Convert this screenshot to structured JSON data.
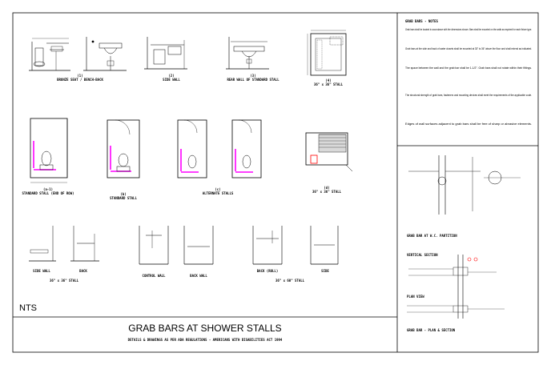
{
  "sheet": {
    "nts": "NTS",
    "title": "GRAB BARS AT SHOWER STALLS",
    "subtitle": "DETAILS & DRAWINGS AS PER ADA REGULATIONS - AMERICANS WITH DISABILITIES ACT 1994"
  },
  "views": {
    "row1": [
      {
        "num": "(1)",
        "caption": "BRONZE SEAT / BENCH-BACK"
      },
      {
        "num": "(2)",
        "caption": "SIDE WALL"
      },
      {
        "num": "(3)",
        "caption": "REAR WALL OF STANDARD STALL"
      },
      {
        "num": "(4)",
        "caption": "36\" x 36\" STALL"
      }
    ],
    "row2": [
      {
        "num": "(a-1)",
        "caption": "STANDARD STALL (END OF ROW)"
      },
      {
        "num": "(b)",
        "caption": "STANDARD STALL"
      },
      {
        "num": "(c)",
        "caption": "ALTERNATE STALLS"
      },
      {
        "num": "(d)",
        "caption": "36\" x 36\" STALL"
      }
    ],
    "row3": [
      {
        "caption": "SIDE WALL"
      },
      {
        "caption": "BACK"
      },
      {
        "caption": "36\" x 36\" STALL"
      },
      {
        "caption": "CONTROL WALL"
      },
      {
        "caption": "BACK WALL"
      },
      {
        "caption": "BACK (ROLL)"
      },
      {
        "caption": "36\" x 60\" STALL"
      },
      {
        "caption": "SIDE"
      }
    ]
  },
  "notes": {
    "heading": "GRAB BARS - NOTES",
    "paragraphs": [
      "Grab bars shall be located in accordance with the dimensions shown. Bars shall be mounted on the walls as required for each fixture type.",
      "Grab bars at the side and back of water closets shall be mounted at 33\" to 36\" above the floor and shall extend as indicated.",
      "The space between the wall and the grab bar shall be 1-1/2\". Grab bars shall not rotate within their fittings.",
      "The structural strength of grab bars, fasteners and mounting devices shall meet the requirements of the applicable code.",
      "Edges of wall surfaces adjacent to grab bars shall be free of sharp or abrasive elements."
    ]
  },
  "right_panel": {
    "partition_caption": "GRAB BAR AT W.C. PARTITION",
    "vertical_section": "VERTICAL SECTION",
    "plan_view": "PLAN VIEW",
    "plan_caption": "GRAB BAR - PLAN & SECTION"
  },
  "colors": {
    "line": "#000000",
    "accent": "#ff00ff",
    "highlight": "#ff0000"
  }
}
